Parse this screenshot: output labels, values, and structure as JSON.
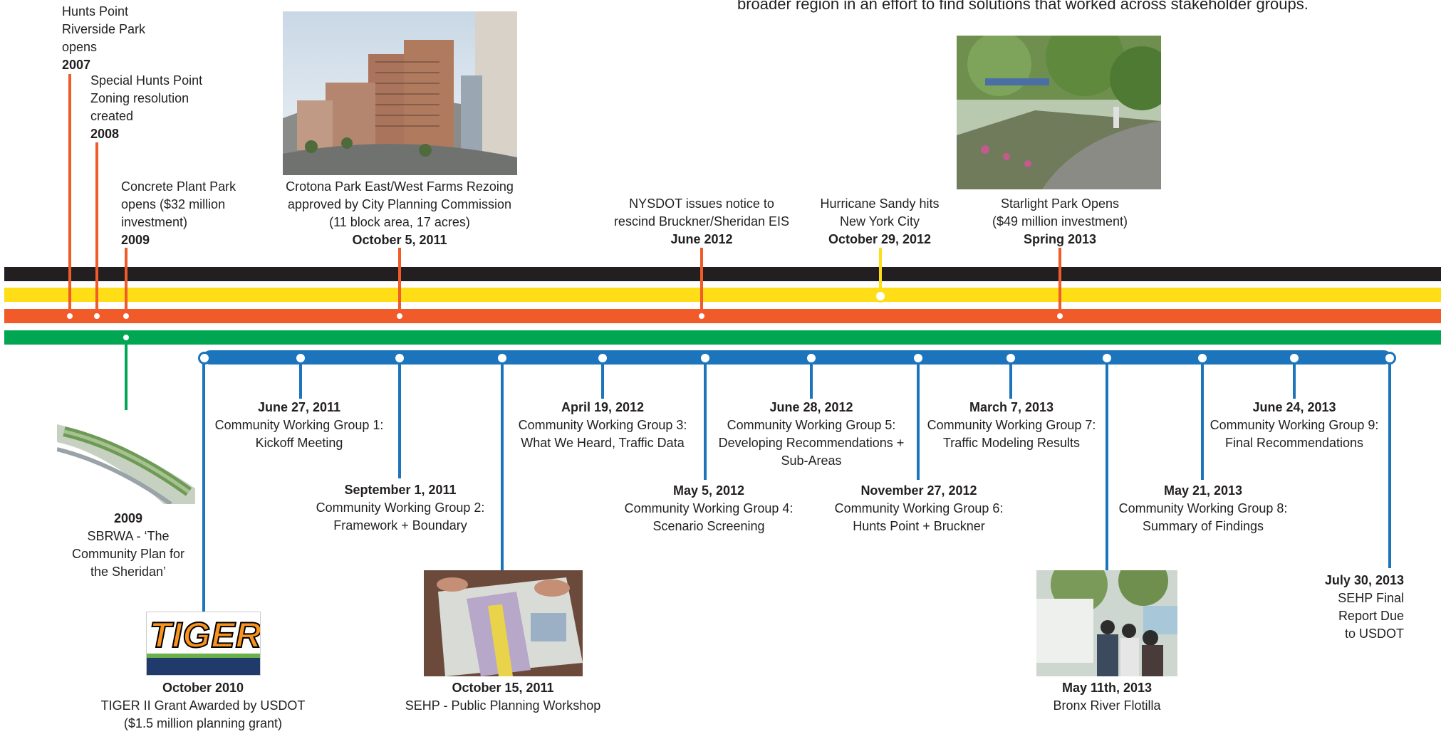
{
  "intro_fragment": "broader region in an effort to find solutions that worked across stakeholder groups.",
  "colors": {
    "black": "#231f20",
    "yellow": "#ffde17",
    "orange": "#f15a29",
    "green": "#00a651",
    "blue": "#1c75bc"
  },
  "events_above": [
    {
      "lines": [
        "Hunts Point",
        "Riverside Park",
        "opens"
      ],
      "date": "2007"
    },
    {
      "lines": [
        "Special Hunts Point",
        "Zoning resolution",
        "created"
      ],
      "date": "2008"
    },
    {
      "lines": [
        "Concrete Plant Park",
        "opens  ($32 million",
        "investment)"
      ],
      "date": "2009"
    },
    {
      "lines": [
        "Crotona Park East/West Farms Rezoing",
        "approved by City Planning Commission",
        "(11 block area, 17 acres)"
      ],
      "date": "October 5, 2011"
    },
    {
      "lines": [
        "NYSDOT issues notice to",
        "rescind Bruckner/Sheridan EIS"
      ],
      "date": "June 2012"
    },
    {
      "lines": [
        "Hurricane Sandy hits",
        "New York City"
      ],
      "date": "October 29, 2012"
    },
    {
      "lines": [
        "Starlight Park Opens",
        "($49 million investment)"
      ],
      "date": "Spring 2013"
    }
  ],
  "green_event": {
    "date": "2009",
    "lines": [
      "SBRWA - ‘The",
      "Community Plan for",
      "the Sheridan’"
    ]
  },
  "events_below": [
    {
      "date": "October 2010",
      "lines": [
        "TIGER II Grant Awarded by USDOT",
        "($1.5 million planning grant)"
      ]
    },
    {
      "date": "June 27, 2011",
      "lines": [
        "Community Working Group 1:",
        "Kickoff Meeting"
      ]
    },
    {
      "date": "September 1, 2011",
      "lines": [
        "Community Working Group 2:",
        "Framework + Boundary"
      ]
    },
    {
      "date": "October 15, 2011",
      "lines": [
        "SEHP - Public Planning Workshop"
      ]
    },
    {
      "date": "April 19, 2012",
      "lines": [
        "Community Working Group 3:",
        "What We Heard, Traffic Data"
      ]
    },
    {
      "date": "May 5, 2012",
      "lines": [
        "Community Working Group 4:",
        "Scenario Screening"
      ]
    },
    {
      "date": "June 28, 2012",
      "lines": [
        "Community Working Group 5:",
        "Developing Recommendations +",
        "Sub-Areas"
      ]
    },
    {
      "date": "November 27, 2012",
      "lines": [
        "Community Working Group 6:",
        "Hunts Point + Bruckner"
      ]
    },
    {
      "date": "March 7, 2013",
      "lines": [
        "Community Working Group 7:",
        "Traffic Modeling Results"
      ]
    },
    {
      "date": "May 11th, 2013",
      "lines": [
        "Bronx River Flotilla"
      ]
    },
    {
      "date": "May 21, 2013",
      "lines": [
        "Community Working Group 8:",
        "Summary of Findings"
      ]
    },
    {
      "date": "June 24, 2013",
      "lines": [
        "Community Working Group 9:",
        "Final Recommendations"
      ]
    },
    {
      "date": "July 30,  2013",
      "lines": [
        "SEHP Final",
        "Report Due",
        "to USDOT"
      ]
    }
  ],
  "tiger_logo_text": "TIGER"
}
